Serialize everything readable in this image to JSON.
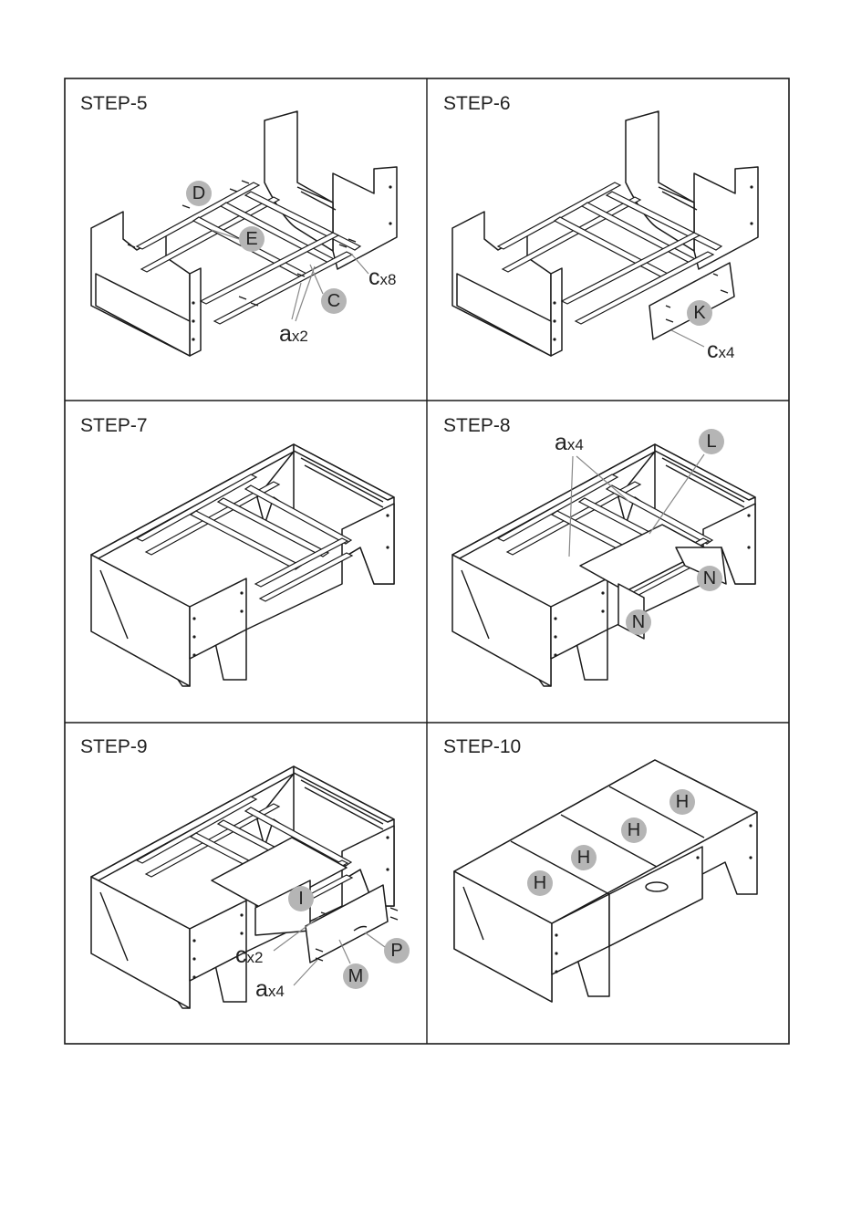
{
  "steps": [
    {
      "title": "STEP-5",
      "parts": [
        "D",
        "E",
        "C"
      ],
      "hardware": [
        {
          "letter": "c",
          "qty": "x8"
        },
        {
          "letter": "a",
          "qty": "x2"
        }
      ]
    },
    {
      "title": "STEP-6",
      "parts": [
        "K"
      ],
      "hardware": [
        {
          "letter": "c",
          "qty": "x4"
        }
      ]
    },
    {
      "title": "STEP-7",
      "parts": [],
      "hardware": []
    },
    {
      "title": "STEP-8",
      "parts": [
        "L",
        "N",
        "N"
      ],
      "hardware": [
        {
          "letter": "a",
          "qty": "x4"
        }
      ]
    },
    {
      "title": "STEP-9",
      "parts": [
        "I",
        "P",
        "M"
      ],
      "hardware": [
        {
          "letter": "c",
          "qty": "x2"
        },
        {
          "letter": "a",
          "qty": "x4"
        }
      ]
    },
    {
      "title": "STEP-10",
      "parts": [
        "H",
        "H",
        "H",
        "H"
      ],
      "hardware": []
    }
  ],
  "colors": {
    "border": "#1a1a1a",
    "bubble": "#b5b5b5",
    "leader": "#888888"
  }
}
